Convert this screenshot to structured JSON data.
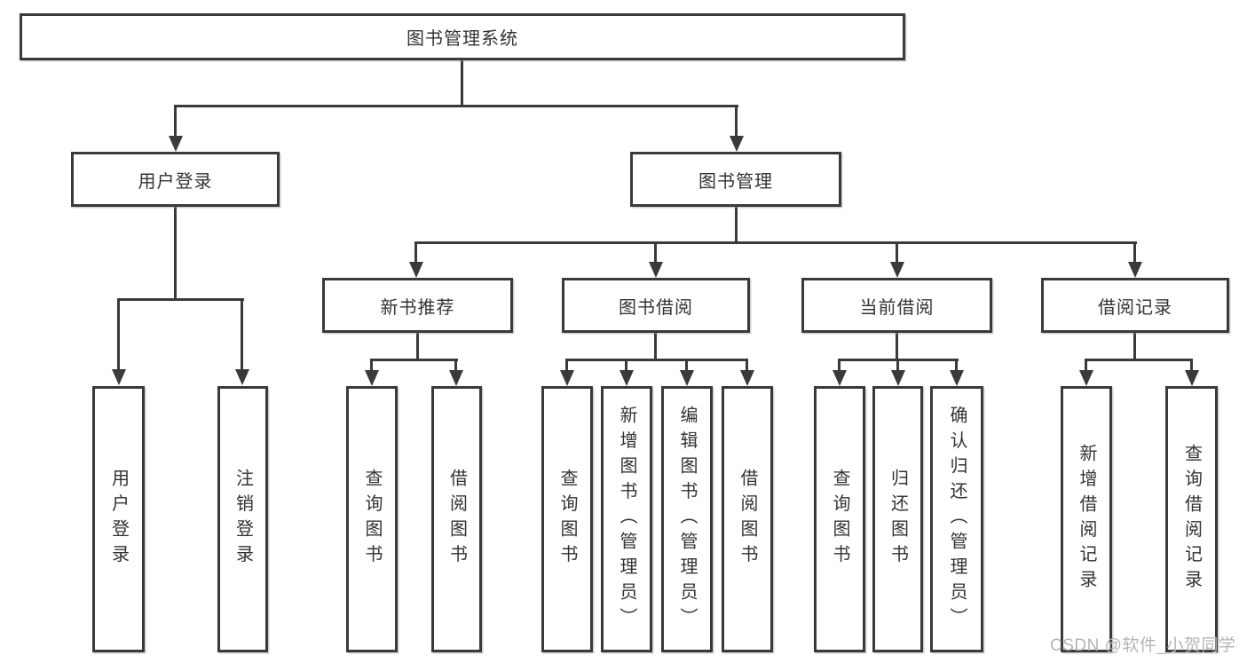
{
  "diagram": {
    "root": "图书管理系统",
    "user_branch": {
      "label": "用户登录",
      "children": [
        "用户登录",
        "注销登录"
      ]
    },
    "mgmt_branch": {
      "label": "图书管理",
      "sections": [
        {
          "label": "新书推荐",
          "children": [
            "查询图书",
            "借阅图书"
          ]
        },
        {
          "label": "图书借阅",
          "children": [
            "查询图书",
            "新增图书（管理员）",
            "编辑图书（管理员）",
            "借阅图书"
          ]
        },
        {
          "label": "当前借阅",
          "children": [
            "查询图书",
            "归还图书",
            "确认归还（管理员）"
          ]
        },
        {
          "label": "借阅记录",
          "children": [
            "新增借阅记录",
            "查询借阅记录"
          ]
        }
      ]
    },
    "colors": {
      "line": "#3a3a3a",
      "text": "#333333",
      "background": "#ffffff"
    }
  },
  "watermark": "CSDN @软件_小贺同学"
}
